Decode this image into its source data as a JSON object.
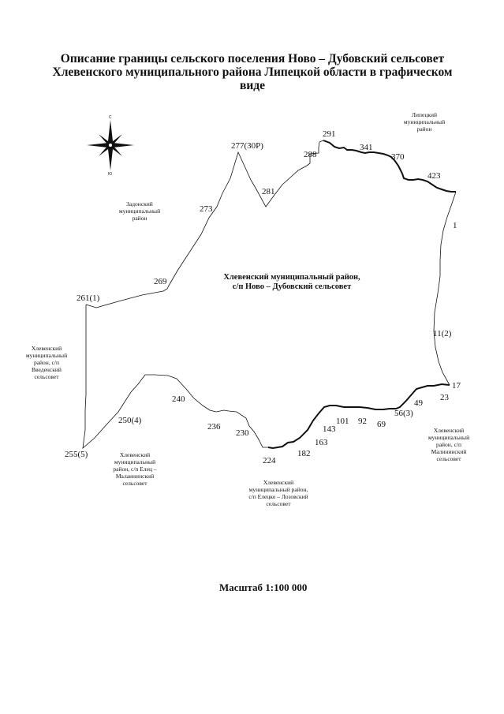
{
  "title": {
    "line1": "Описание границы сельского поселения Ново – Дубовский сельсовет",
    "line2": "Хлевенского муниципального района Липецкой области в графическом",
    "line3": "виде"
  },
  "compass": {
    "north": "С",
    "south": "Ю"
  },
  "regions": {
    "lipetsk": "Липецкий муниципальный район",
    "zadonsk": "Задонский муниципальный район",
    "vvedensky": "Хлевенский муниципальный район, с/п Введенский сельсовет",
    "elets_malaninsky": "Хлевенский муниципальный район, с/п Елец – Малаининский сельсовет",
    "elets_lozovsky": "Хлевенский муниципальный район, с/п Елецко – Лозовский сельсовет",
    "malininsky": "Хлевенский муниципальный район, с/п Малининский сельсовет"
  },
  "center": {
    "line1": "Хлевенский муниципальный район,",
    "line2": "с/п Ново – Дубовский сельсовет"
  },
  "points": {
    "p277": "277(30Р)",
    "p291": "291",
    "p288": "288",
    "p341": "341",
    "p370": "370",
    "p423": "423",
    "p281": "281",
    "p273": "273",
    "p1": "1",
    "p269": "269",
    "p261": "261(1)",
    "p11": "11(2)",
    "p17": "17",
    "p23": "23",
    "p49": "49",
    "p56": "56(3)",
    "p69": "69",
    "p92": "92",
    "p101": "101",
    "p143": "143",
    "p163": "163",
    "p182": "182",
    "p224": "224",
    "p230": "230",
    "p236": "236",
    "p240": "240",
    "p250": "250(4)",
    "p255": "255(5)"
  },
  "scale": "Масштаб 1:100 000"
}
